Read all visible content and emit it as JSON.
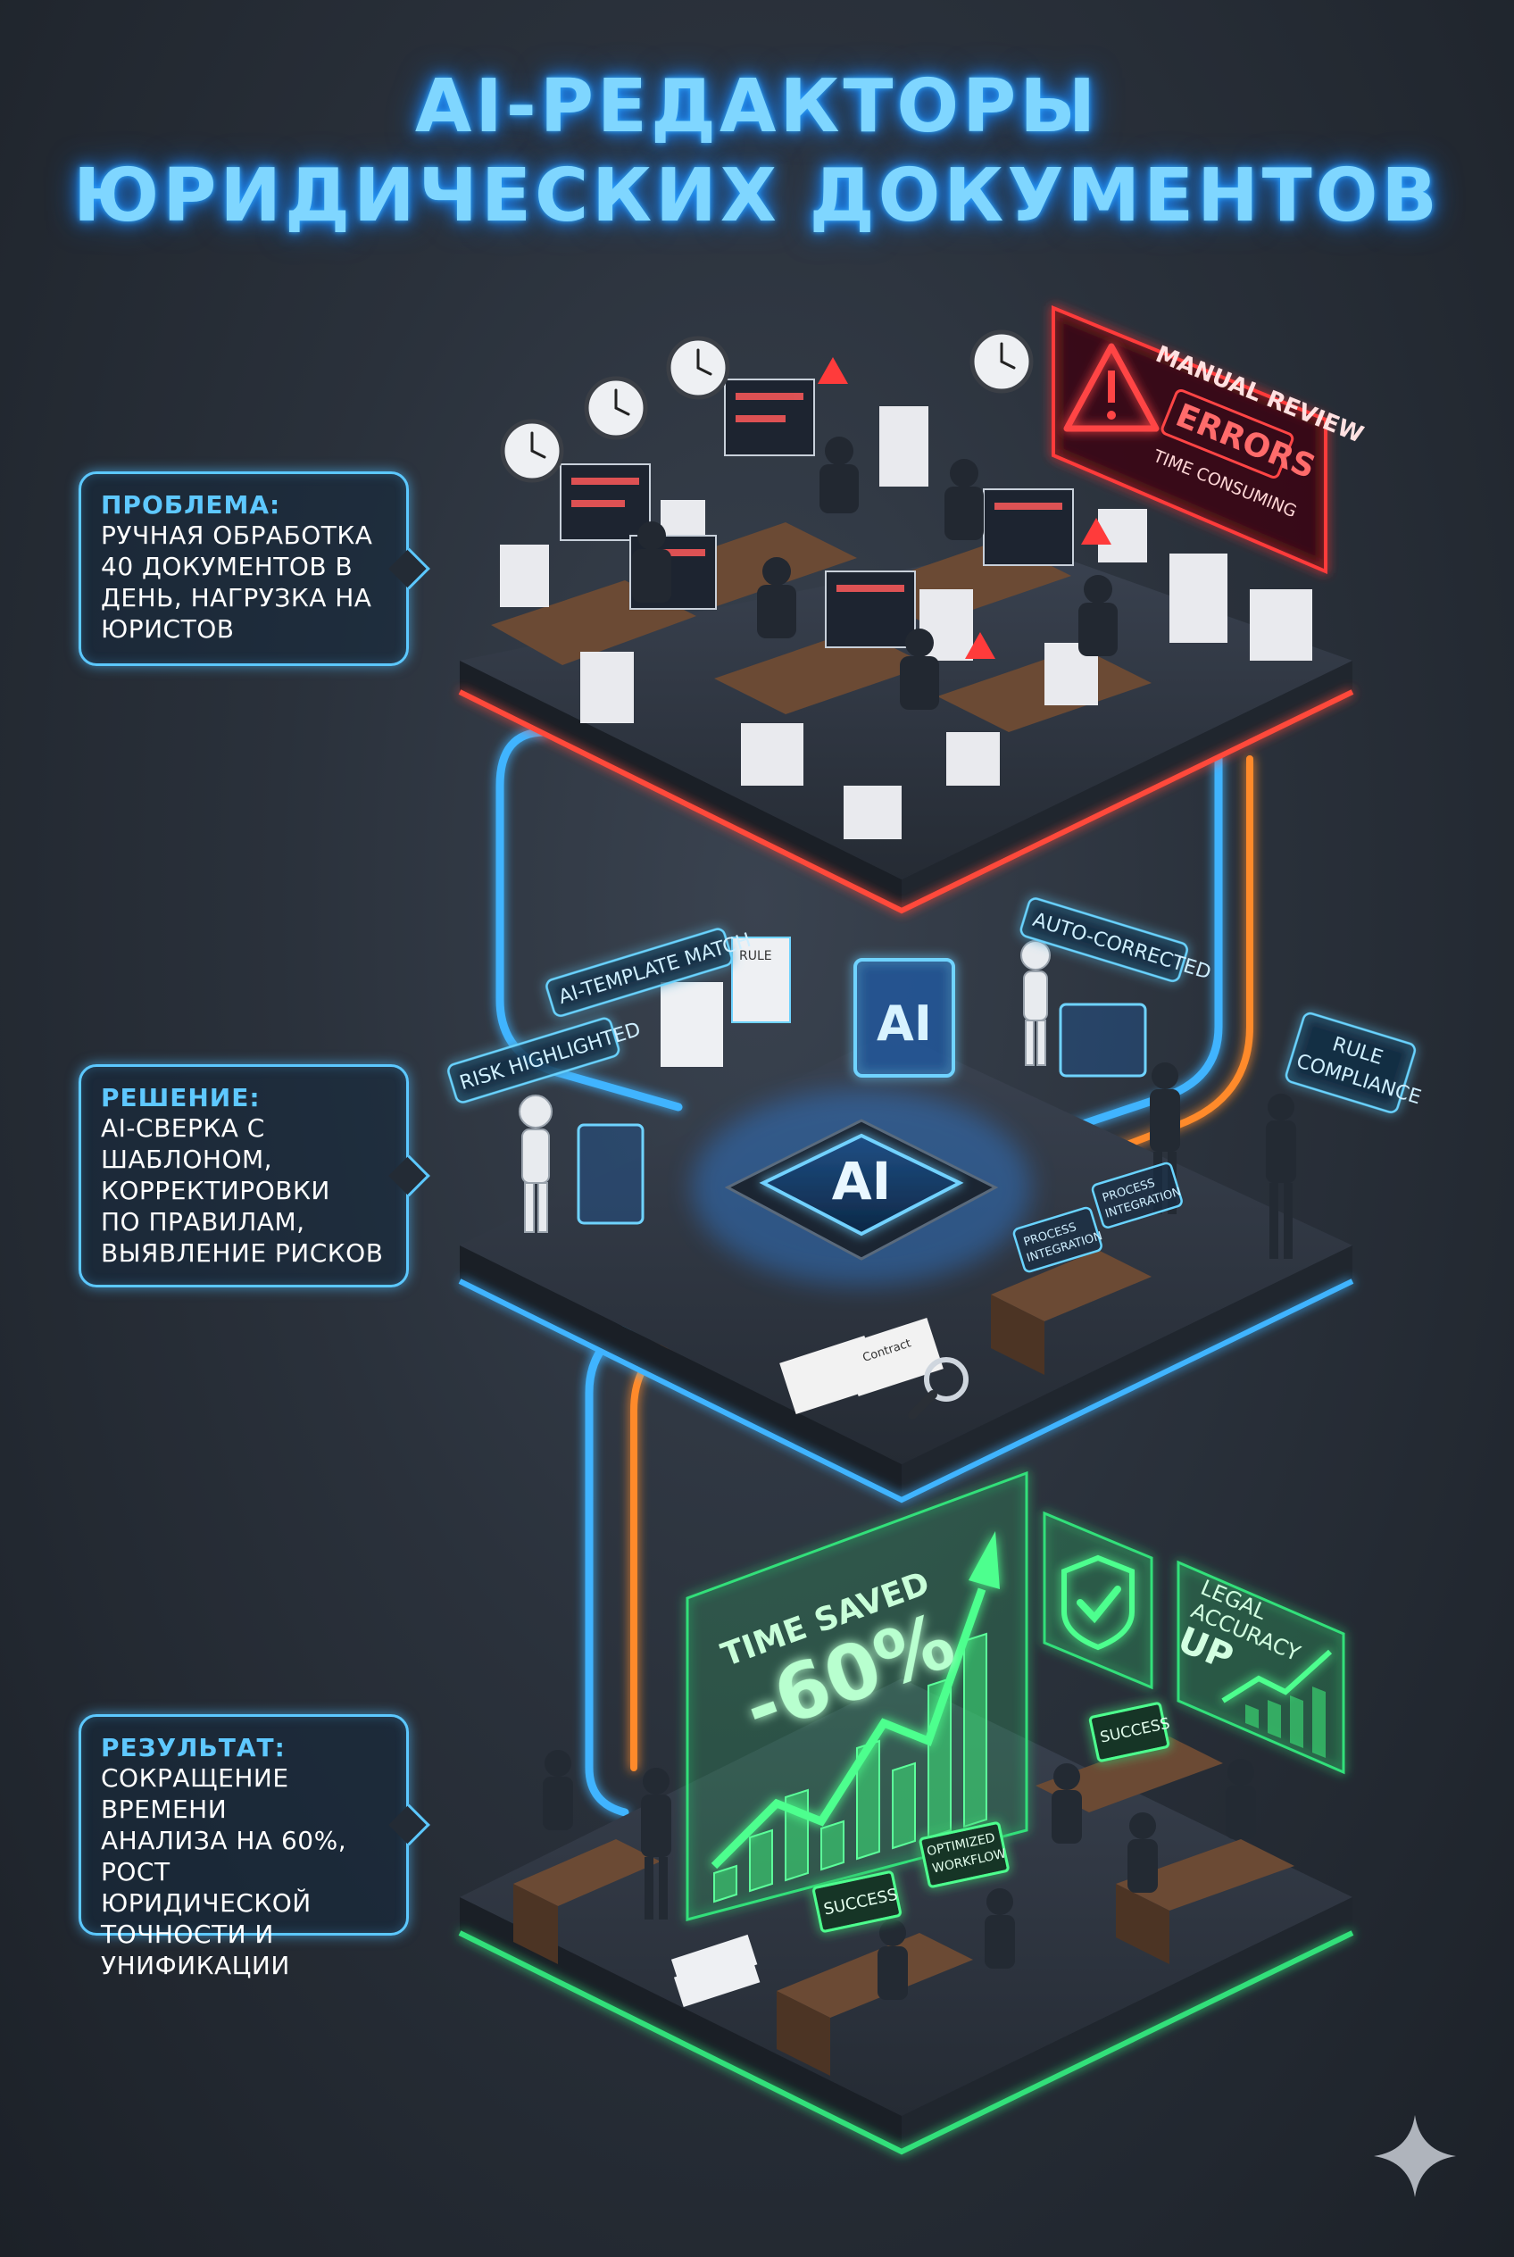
{
  "title": {
    "line1": "AI-РЕДАКТОРЫ",
    "line2": "ЮРИДИЧЕСКИХ ДОКУМЕНТОВ"
  },
  "callouts": {
    "problem": {
      "heading": "ПРОБЛЕМА:",
      "body": [
        "РУЧНАЯ ОБРАБОТКА",
        "40 ДОКУМЕНТОВ В",
        "ДЕНЬ, НАГРУЗКА НА",
        "ЮРИСТОВ"
      ]
    },
    "solution": {
      "heading": "РЕШЕНИЕ:",
      "body": [
        "AI-СВЕРКА С",
        "ШАБЛОНОМ,",
        "КОРРЕКТИРОВКИ",
        "ПО ПРАВИЛАМ,",
        "ВЫЯВЛЕНИЕ РИСКОВ"
      ]
    },
    "result": {
      "heading": "РЕЗУЛЬТАТ:",
      "body": [
        "СОКРАЩЕНИЕ ВРЕМЕНИ",
        "АНАЛИЗА НА 60%,",
        "РОСТ ЮРИДИЧЕСКОЙ",
        "ТОЧНОСТИ И",
        "УНИФИКАЦИИ"
      ]
    }
  },
  "problem_panel": {
    "line1": "MANUAL REVIEW",
    "line2": "ERRORS",
    "line3": "TIME CONSUMING"
  },
  "solution_tags": {
    "template_match": "AI-TEMPLATE MATCH",
    "auto_corrected": "AUTO-CORRECTED",
    "risk_highlighted": "RISK HIGHLIGHTED",
    "rule_compliance_1": "RULE",
    "rule_compliance_2": "COMPLIANCE",
    "process_1": "PROCESS",
    "integration_1": "INTEGRATION",
    "process_2": "PROCESS",
    "integration_2": "INTEGRATION",
    "chip": "AI",
    "screen": "AI",
    "rule_doc": "RULE",
    "contract": "Contract"
  },
  "result_tags": {
    "time_saved": "TIME SAVED",
    "percent": "-60%",
    "legal": "LEGAL",
    "accuracy": "ACCURACY",
    "up": "UP",
    "success_1": "SUCCESS",
    "success_2": "SUCCESS",
    "optimized": "OPTIMIZED",
    "workflow": "WORKFLOW"
  },
  "icons": {
    "warning": "warning-triangle-icon",
    "check": "check-shield-icon",
    "sparkle": "sparkle-icon",
    "clock": "clock-icon",
    "magnifier": "magnifier-icon"
  },
  "colors": {
    "title_glow": "#2fa8ff",
    "problem_accent": "#ff3b3b",
    "solution_accent": "#3fb4ff",
    "result_accent": "#33e07a",
    "orange_line": "#ff8a2a"
  }
}
